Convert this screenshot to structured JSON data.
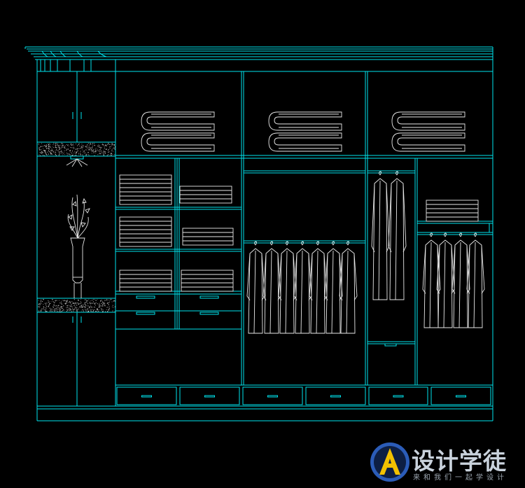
{
  "drawing": {
    "type": "wardrobe-elevation",
    "line_color": "#00e5ee",
    "detail_color": "#e8e8e8",
    "background": "#000000"
  },
  "watermark": {
    "title": "设计学徒",
    "subtitle": "来和我们一起学设计",
    "logo_icon": "a-letter-logo-icon",
    "logo_color": "#2b5cb8",
    "logo_accent": "#f2c100"
  }
}
